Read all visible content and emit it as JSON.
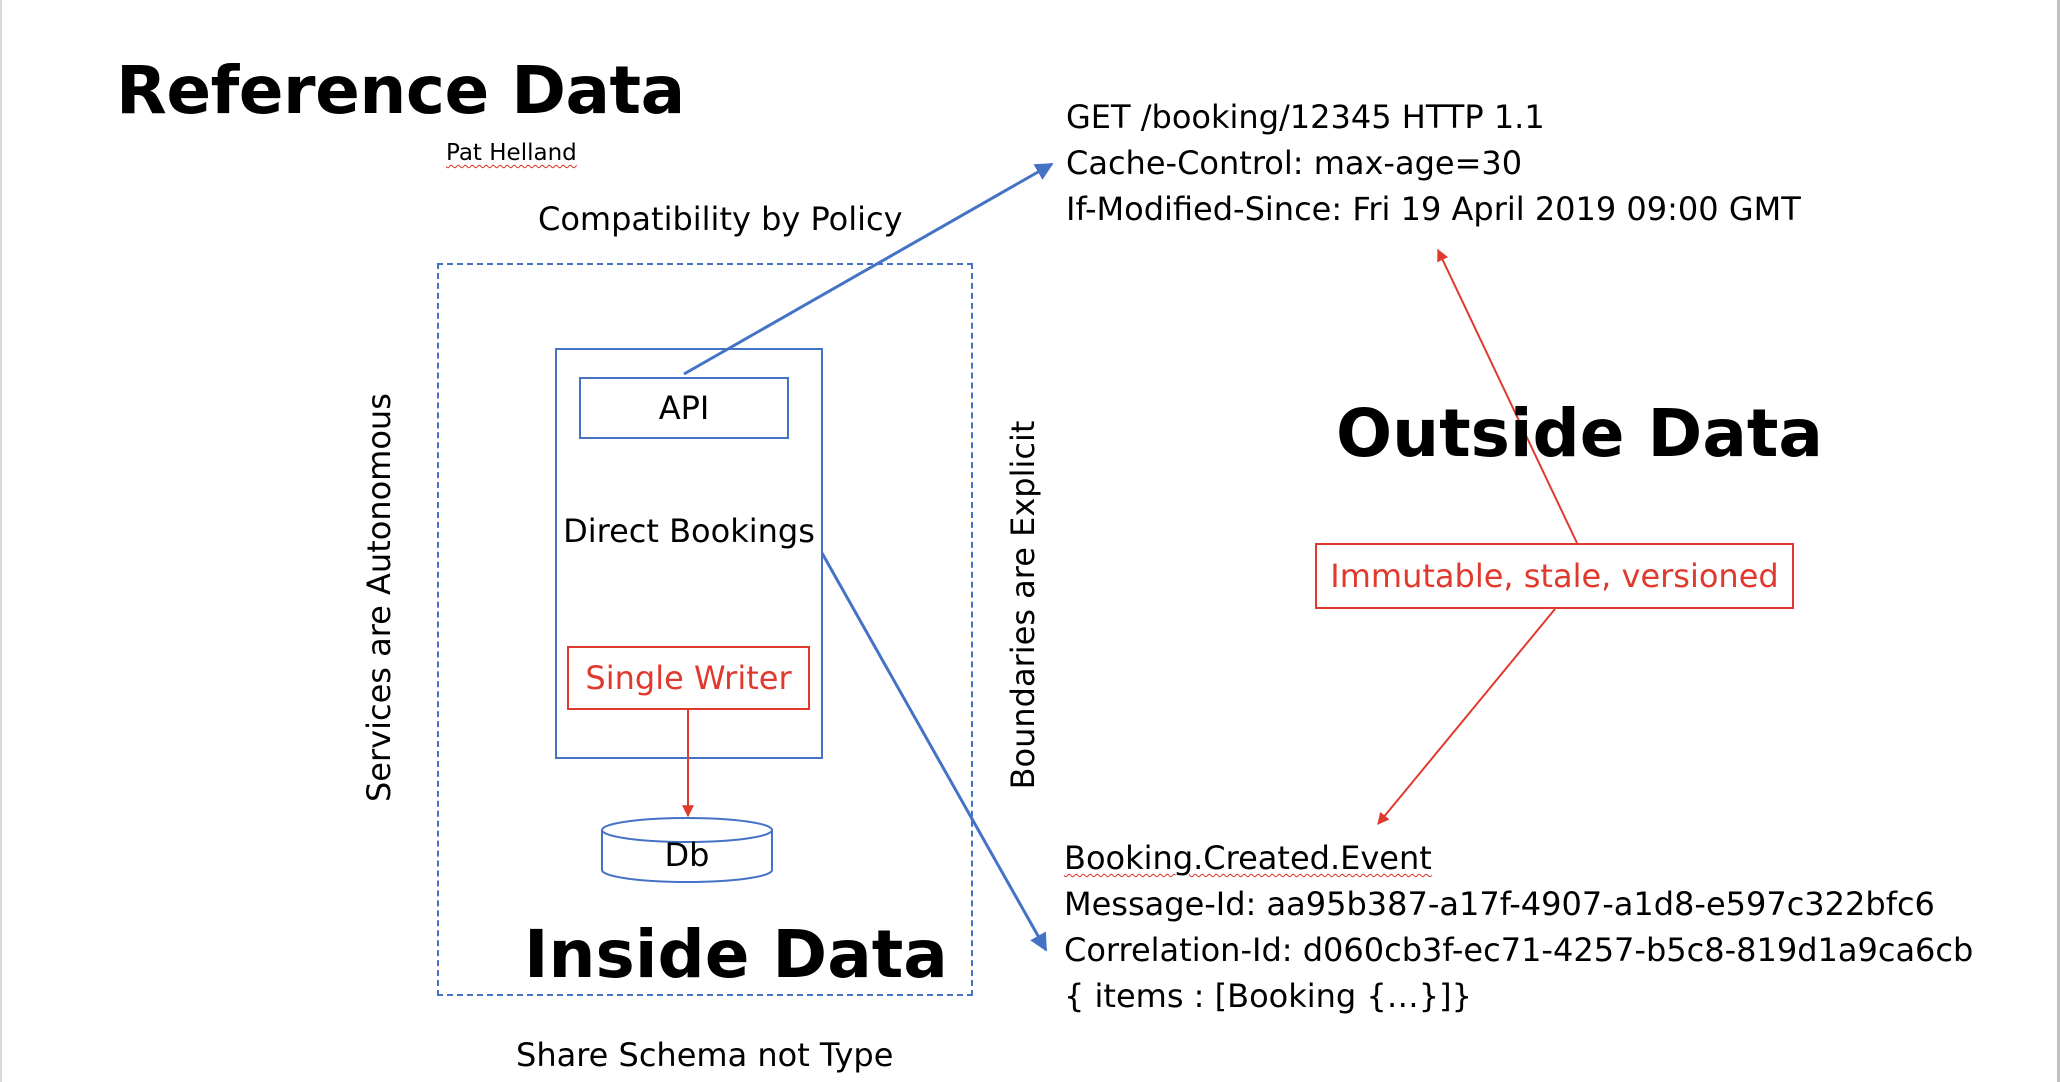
{
  "title": "Reference Data",
  "author": "Pat Helland",
  "labels": {
    "compatibility": "Compatibility by Policy",
    "share_schema": "Share Schema not Type",
    "autonomous": "Services are Autonomous",
    "boundaries": "Boundaries are Explicit",
    "inside_data": "Inside Data",
    "outside_data": "Outside Data"
  },
  "service": {
    "api": "API",
    "name": "Direct Bookings",
    "writer": "Single Writer",
    "db": "Db"
  },
  "immutable": "Immutable, stale, versioned",
  "http_request": {
    "line1": "GET /booking/12345 HTTP 1.1",
    "line2": "Cache-Control: max-age=30",
    "line3": "If-Modified-Since: Fri 19 April 2019 09:00 GMT"
  },
  "event": {
    "name": "Booking.Created.Event",
    "message_id": "Message-Id: aa95b387-a17f-4907-a1d8-e597c322bfc6",
    "correlation_id": "Correlation-Id: d060cb3f-ec71-4257-b5c8-819d1a9ca6cb",
    "payload": "{ items : [Booking {…}]}"
  },
  "colors": {
    "blue": "#4472c4",
    "red": "#e03a2f"
  }
}
